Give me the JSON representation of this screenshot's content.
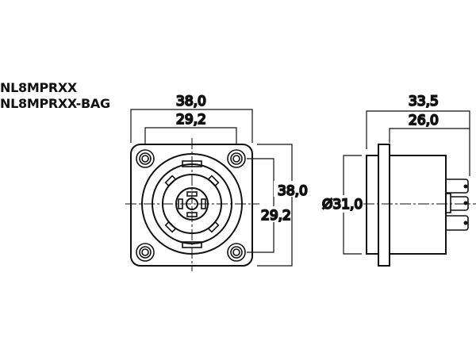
{
  "titles": [
    "NL8MPRXX",
    "NL8MPRXX-BAG"
  ],
  "front_view": {
    "width_outer": "38,0",
    "width_holes": "29,2",
    "height_outer": "38,0",
    "height_holes": "29,2"
  },
  "side_view": {
    "total_depth": "33,5",
    "body_depth": "26,0",
    "diameter": "Ø31,0"
  },
  "colors": {
    "line": "#111111",
    "background": "#ffffff"
  }
}
